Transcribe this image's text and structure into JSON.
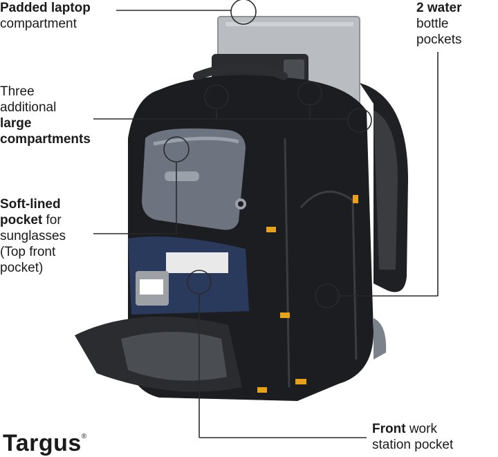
{
  "labels": {
    "laptop": {
      "bold": "Padded laptop",
      "normal": "compartment"
    },
    "three": {
      "line1": "Three",
      "line2": "additional",
      "bold1": "large",
      "bold2": "compartments"
    },
    "soft": {
      "bold1": "Soft-lined",
      "bold2": "pocket",
      "after_bold2": " for",
      "line3": "sunglasses",
      "line4": "(Top front",
      "line5": "pocket)"
    },
    "water": {
      "bold": "2 water",
      "line2": "bottle",
      "line3": "pockets"
    },
    "front": {
      "bold": "Front",
      "after_bold": " work",
      "line2": "station pocket"
    }
  },
  "brand": {
    "logo_text": "Targus",
    "trademark": "®"
  },
  "colors": {
    "bag_black": "#1c1d20",
    "bag_grey": "#6d7480",
    "bag_light": "#9aa1aa",
    "laptop_silver": "#b9bcc0",
    "accent_yellow": "#e8a21a",
    "leader_line": "#2a2a2a"
  }
}
